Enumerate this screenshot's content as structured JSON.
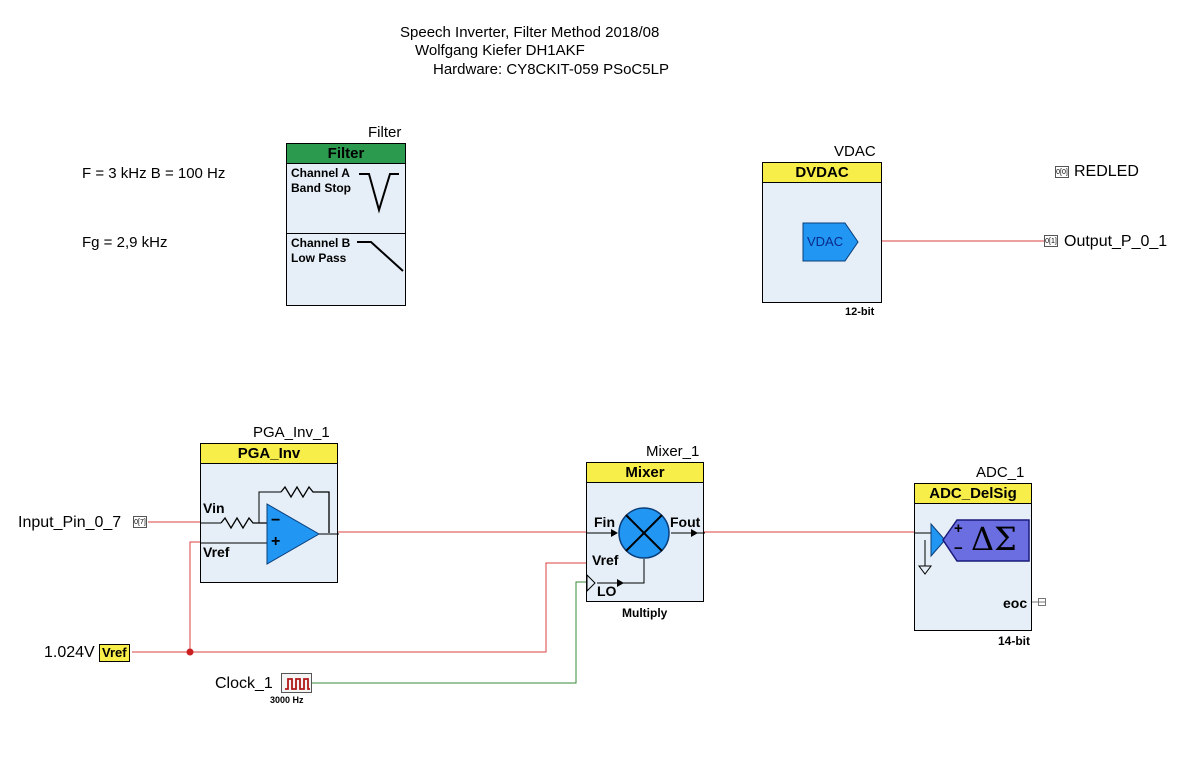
{
  "header": {
    "line1": "Speech Inverter, Filter Method  2018/08",
    "line2": "Wolfgang Kiefer DH1AKF",
    "line3": "Hardware:  CY8CKIT-059  PSoC5LP"
  },
  "notes": {
    "filter_spec": "F = 3 kHz  B = 100 Hz",
    "fg_spec": "Fg = 2,9 kHz"
  },
  "filter": {
    "instance": "Filter",
    "type": "Filter",
    "channel_a_line1": "Channel A",
    "channel_a_line2": "Band Stop",
    "channel_b_line1": "Channel B",
    "channel_b_line2": "Low Pass"
  },
  "vdac": {
    "instance": "VDAC",
    "type": "DVDAC",
    "symbol": "VDAC",
    "resolution": "12-bit"
  },
  "pga": {
    "instance": "PGA_Inv_1",
    "type": "PGA_Inv",
    "vin": "Vin",
    "vref": "Vref",
    "minus": "−",
    "plus": "+"
  },
  "mixer": {
    "instance": "Mixer_1",
    "type": "Mixer",
    "fin": "Fin",
    "fout": "Fout",
    "vref": "Vref",
    "lo": "LO",
    "mode": "Multiply"
  },
  "adc": {
    "instance": "ADC_1",
    "type": "ADC_DelSig",
    "symbol": "ΔΣ",
    "plus": "+",
    "minus": "−",
    "eoc": "eoc",
    "resolution": "14-bit"
  },
  "pins": {
    "redled": "REDLED",
    "redled_port": "0[0]",
    "output": "Output_P_0_1",
    "output_port": "0[1]",
    "input": "Input_Pin_0_7",
    "input_port": "0[7]"
  },
  "vref_source": {
    "label": "1.024V",
    "badge": "Vref"
  },
  "clock": {
    "label": "Clock_1",
    "freq": "3000 Hz"
  },
  "colors": {
    "header_yellow": "#f8ee4a",
    "header_green": "#2c9a4e",
    "component_fill": "#e6eff7",
    "analog_wire": "#d84040",
    "digital_wire": "#3a8a3a",
    "symbol_blue": "#2196f3"
  }
}
